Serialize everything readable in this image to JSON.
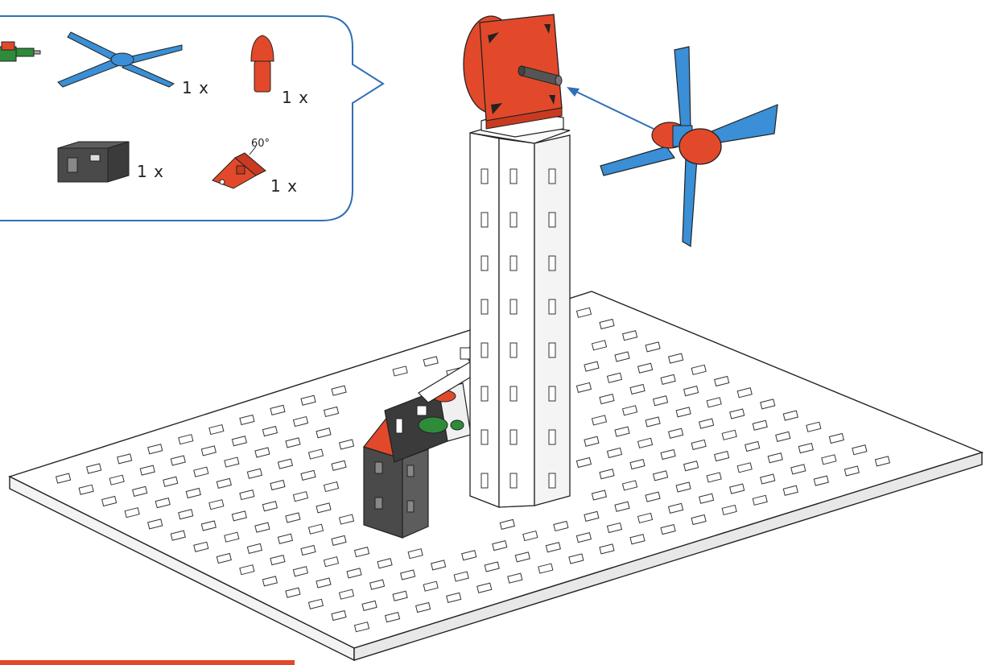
{
  "callout": {
    "quantities": [
      "1 x",
      "1 x",
      "1 x",
      "1 x"
    ],
    "angle_label": "60°"
  },
  "colors": {
    "accent_blue": "#2f6fb5",
    "part_red": "#e2492b",
    "part_blue": "#3a8fd6",
    "part_gray": "#4a4a4a",
    "part_green": "#2e8b3a"
  }
}
